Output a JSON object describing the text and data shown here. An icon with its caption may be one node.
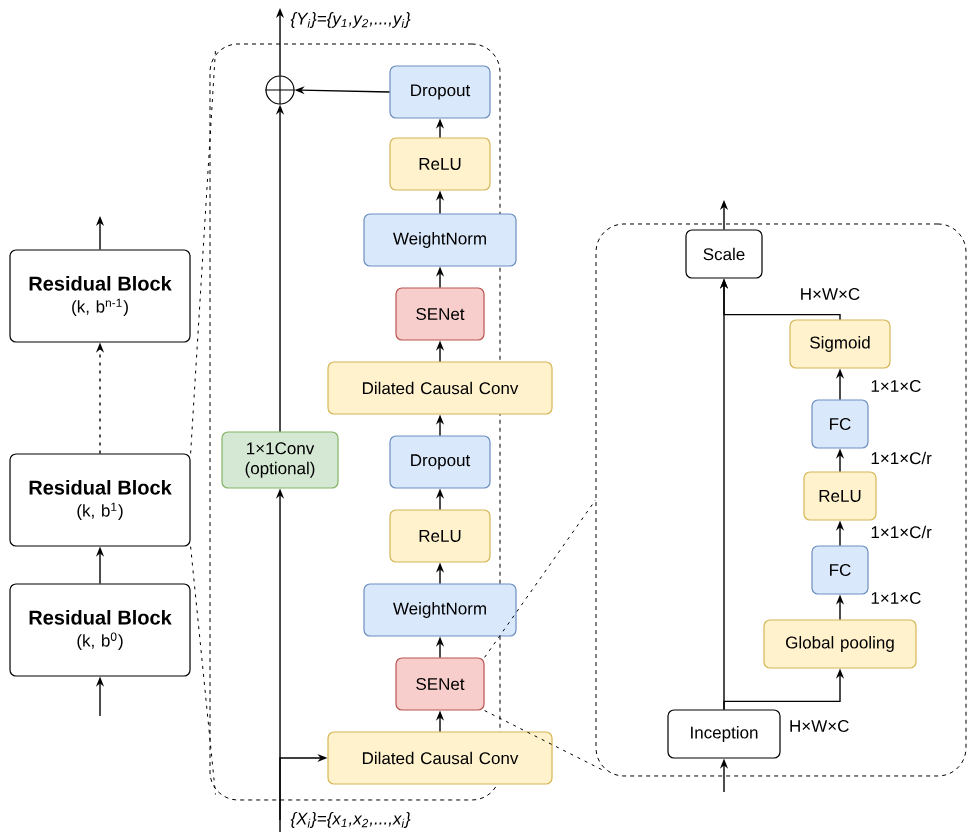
{
  "diagram": {
    "nodes": [
      {
        "text": [
          "Residual Block",
          "(k, b$^{0}$)"
        ]
      },
      {
        "text": [
          "Residual Block",
          "(k, b$^{1}$)"
        ]
      },
      {
        "text": [
          "Residual Block",
          "(k, b$^{n-1}$)"
        ]
      },
      {
        "text": [],
        "shape": "box"
      },
      {
        "text": [],
        "shape": "circle",
        "in": 3
      },
      {
        "text": [
          "Dropout"
        ],
        "in": 3
      },
      {
        "text": [
          "ReLU"
        ],
        "in": 3
      },
      {
        "text": [
          "WeightNorm"
        ],
        "in": 3
      },
      {
        "text": [
          "SENet"
        ],
        "in": 3
      },
      {
        "text": [
          "Dilated Causal Conv"
        ]
      },
      {
        "text": [
          "1×1Conv (optional)"
        ],
        "in": 3
      },
      {
        "text": [
          "Dropout"
        ],
        "in": 3
      },
      {
        "text": [
          "ReLU"
        ],
        "in": 3
      },
      {
        "text": [
          "WeightNorm"
        ],
        "in": 3
      },
      {
        "text": [
          "SENet"
        ],
        "in": 3
      },
      {
        "text": [
          "Dilated Causal Conv"
        ]
      },
      {
        "text": [],
        "shape": "box"
      },
      {
        "text": [
          "Scale"
        ],
        "in": 16
      },
      {
        "text": [
          "Sigmoid"
        ],
        "in": 16
      },
      {
        "text": [
          "FC"
        ],
        "in": 16
      },
      {
        "text": [
          "ReLU"
        ],
        "in": 16
      },
      {
        "text": [
          "FC"
        ],
        "in": 16
      },
      {
        "text": [
          "Global pooling"
        ],
        "in": 16
      },
      {
        "text": [
          "Inception"
        ],
        "in": 16,
        "beside": [
          "H×W×C"
        ]
      },
      {
        "text": [
          "{Y$_{i}$}={y$_{1}$,y$_{2}$,...,y$_{i}$}"
        ]
      },
      {
        "text": [
          "{X$_{i}$}={x$_{1}$,x$_{2}$,...,x$_{i}$}"
        ]
      }
    ],
    "edges": [
      {
        "from": null,
        "to": 0,
        "arrow": "to"
      },
      {
        "from": 0,
        "to": 1,
        "arrow": "to"
      },
      {
        "from": 1,
        "to": 2,
        "arrow": "to",
        "style": "dashed"
      },
      {
        "from": 2,
        "to": null,
        "arrow": "to"
      },
      {
        "from": 25,
        "to": 10,
        "arrow": "to"
      },
      {
        "from": 25,
        "to": 15,
        "arrow": "to"
      },
      {
        "from": 15,
        "to": 14,
        "arrow": "to"
      },
      {
        "from": 14,
        "to": 13,
        "arrow": "to"
      },
      {
        "from": 13,
        "to": 12,
        "arrow": "to"
      },
      {
        "from": 12,
        "to": 11,
        "arrow": "to"
      },
      {
        "from": 11,
        "to": 9,
        "arrow": "to"
      },
      {
        "from": 9,
        "to": 8,
        "arrow": "to"
      },
      {
        "from": 8,
        "to": 7,
        "arrow": "to"
      },
      {
        "from": 7,
        "to": 6,
        "arrow": "to"
      },
      {
        "from": 6,
        "to": 5,
        "arrow": "to"
      },
      {
        "from": 5,
        "to": 4,
        "arrow": "to"
      },
      {
        "from": 10,
        "to": 4,
        "arrow": "to"
      },
      {
        "from": 4,
        "to": 24,
        "arrow": "to"
      },
      {
        "from": null,
        "to": 23,
        "arrow": "to"
      },
      {
        "from": 23,
        "to": 17,
        "arrow": "to"
      },
      {
        "from": 23,
        "to": 22,
        "arrow": "to"
      },
      {
        "from": 22,
        "to": 21,
        "arrow": "to",
        "label": "1×1×C"
      },
      {
        "from": 21,
        "to": 20,
        "arrow": "to",
        "label": "1×1×C/r"
      },
      {
        "from": 20,
        "to": 19,
        "arrow": "to",
        "label": "1×1×C/r"
      },
      {
        "from": 19,
        "to": 18,
        "arrow": "to",
        "label": "1×1×C"
      },
      {
        "from": 18,
        "to": 17,
        "arrow": "to",
        "label": "H×W×C"
      },
      {
        "from": 17,
        "to": null,
        "arrow": "to"
      },
      {
        "from": 1,
        "to": 3,
        "arrow": "none",
        "style": "dashed"
      },
      {
        "from": 1,
        "to": 3,
        "arrow": "none",
        "style": "dashed"
      },
      {
        "from": 14,
        "to": 16,
        "arrow": "none",
        "style": "dashed"
      },
      {
        "from": 14,
        "to": 16,
        "arrow": "none",
        "style": "dashed"
      }
    ]
  }
}
